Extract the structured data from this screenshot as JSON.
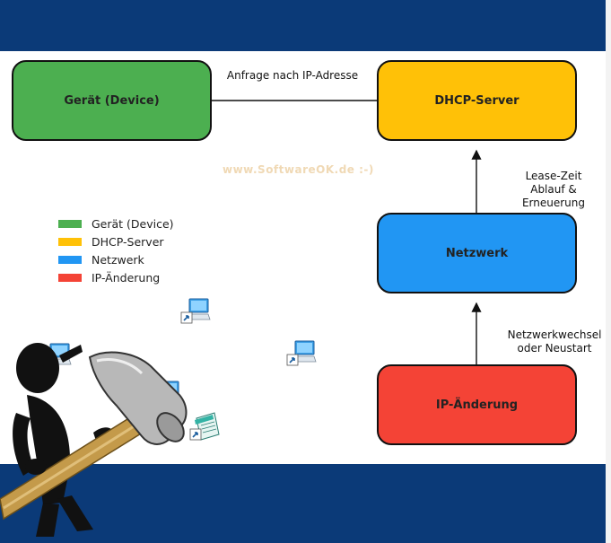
{
  "nodes": {
    "device": {
      "label": "Gerät (Device)",
      "color": "#4caf50"
    },
    "dhcp": {
      "label": "DHCP-Server",
      "color": "#ffc107"
    },
    "network": {
      "label": "Netzwerk",
      "color": "#2196f3"
    },
    "ip_change": {
      "label": "IP-Änderung",
      "color": "#f44336"
    }
  },
  "edges": {
    "request": {
      "line1": "Anfrage nach IP-Adresse"
    },
    "lease": {
      "line1": "Lease-Zeit",
      "line2": "Ablauf &",
      "line3": "Erneuerung"
    },
    "change": {
      "line1": "Netzwerkwechsel",
      "line2": "oder Neustart"
    }
  },
  "legend": [
    {
      "label": "Gerät (Device)",
      "color": "#4caf50"
    },
    {
      "label": "DHCP-Server",
      "color": "#ffc107"
    },
    {
      "label": "Netzwerk",
      "color": "#2196f3"
    },
    {
      "label": "IP-Änderung",
      "color": "#f44336"
    }
  ],
  "watermark": "www.SoftwareOK.de :-)",
  "colors": {
    "band": "#0b3a78",
    "watermark": "#f0d9b5"
  },
  "icons": [
    "computer-shortcut-icon",
    "notepad-shortcut-icon",
    "figure-with-hammer-illustration"
  ]
}
